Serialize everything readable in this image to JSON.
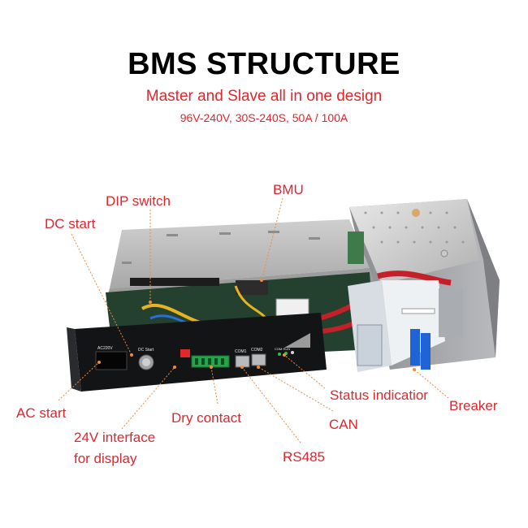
{
  "header": {
    "title": "BMS STRUCTURE",
    "subtitle": "Master and Slave all in one design",
    "specs": "96V-240V, 30S-240S, 50A / 100A"
  },
  "callouts": {
    "dip_switch": "DIP switch",
    "bmu": "BMU",
    "dc_start": "DC start",
    "status_indication": "Status indicatior",
    "breaker": "Breaker",
    "ac_start": "AC start",
    "dry_contact": "Dry contact",
    "can": "CAN",
    "interface_24v_line1": "24V interface",
    "interface_24v_line2": "for display",
    "rs485": "RS485"
  },
  "panel_markings": {
    "ac_port": "AC220V",
    "dc_start": "DC Start",
    "com1": "COM1",
    "com2": "COM2",
    "com_run": "COM RUN"
  },
  "colors": {
    "accent": "#e0262d",
    "title": "#000000",
    "leader": "#f08a3c"
  }
}
